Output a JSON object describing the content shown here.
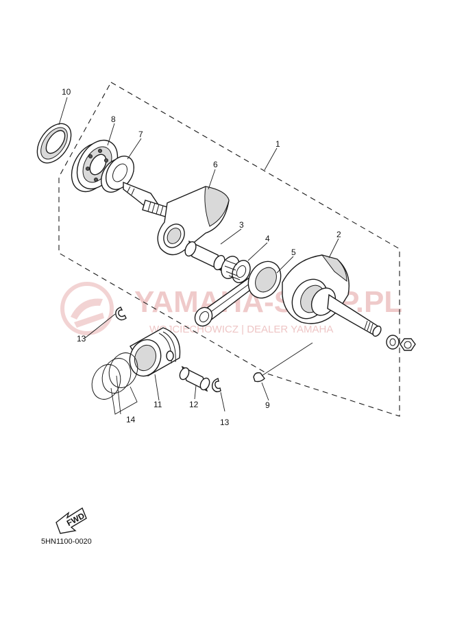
{
  "diagram": {
    "code": "5HN1100-0020",
    "fwd_label": "FWD",
    "watermark": {
      "brand": "YAMAHA-SHOP.PL",
      "subline": "WOJCIECHOWICZ | DEALER YAMAHA"
    },
    "callouts": {
      "p1": "1",
      "p2": "2",
      "p3": "3",
      "p4": "4",
      "p5": "5",
      "p6": "6",
      "p7": "7",
      "p8": "8",
      "p9": "9",
      "p10": "10",
      "p11": "11",
      "p12": "12",
      "p13a": "13",
      "p13b": "13",
      "p14": "14"
    }
  }
}
